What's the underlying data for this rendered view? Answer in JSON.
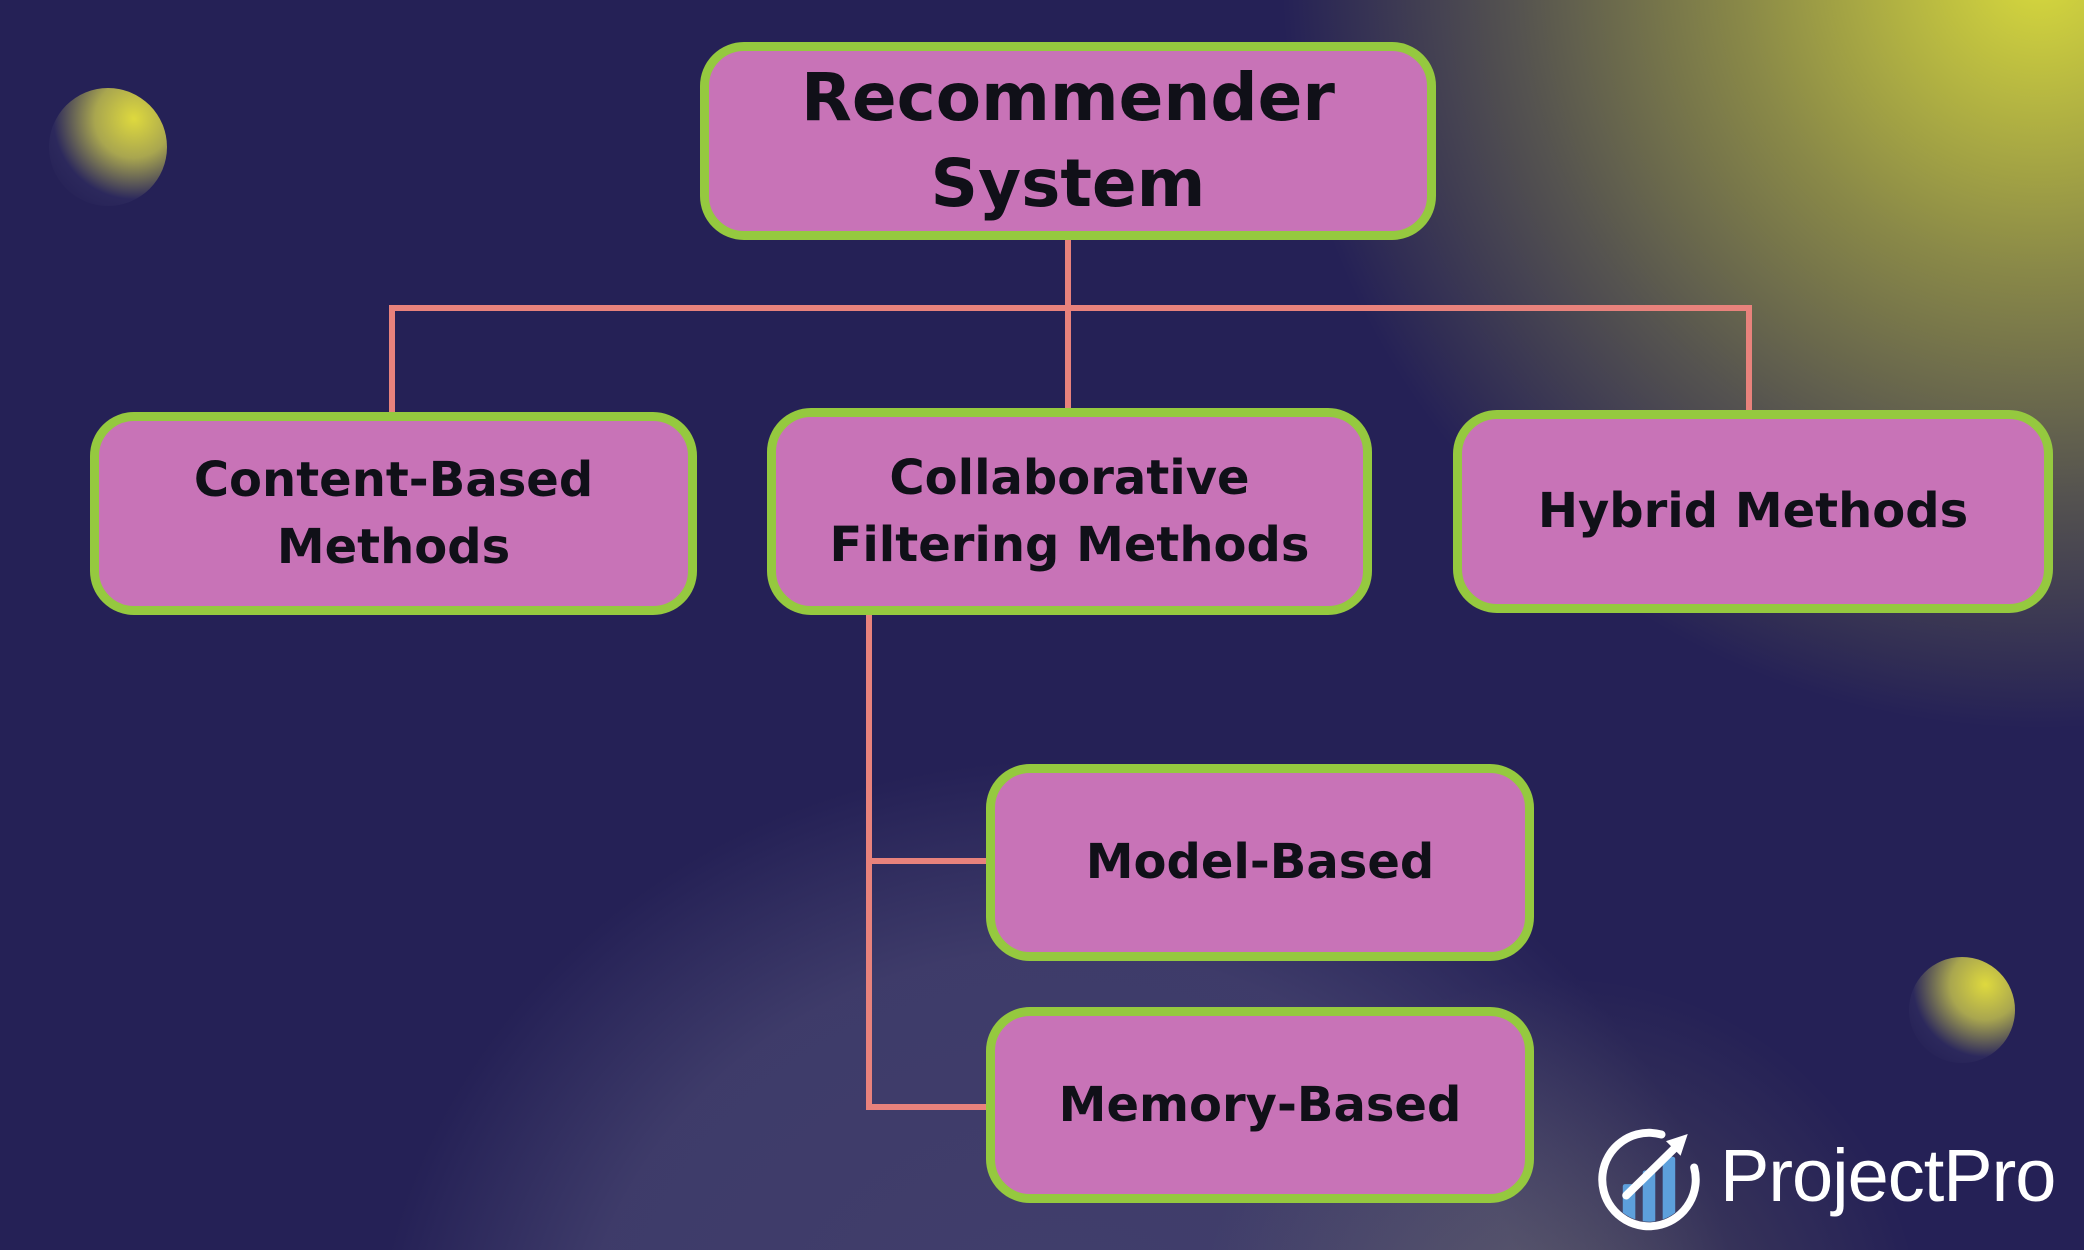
{
  "diagram": {
    "root_label": "Recommender System",
    "level1": [
      {
        "label": "Content-Based Methods"
      },
      {
        "label": "Collaborative Filtering Methods"
      },
      {
        "label": "Hybrid Methods"
      }
    ],
    "level2": [
      {
        "label": "Model-Based"
      },
      {
        "label": "Memory-Based"
      }
    ]
  },
  "branding": {
    "logo_text": "ProjectPro",
    "logo_icon": "bar-chart-with-growth-arrow-in-circle"
  },
  "colors": {
    "background": "#252156",
    "node_fill": "#c873b7",
    "node_border": "#95c93f",
    "connector": "#e8827c",
    "accent_yellow": "#ded93e",
    "text": "#101018",
    "logo_bar_blue": "#5da0dc",
    "logo_white": "#ffffff"
  }
}
